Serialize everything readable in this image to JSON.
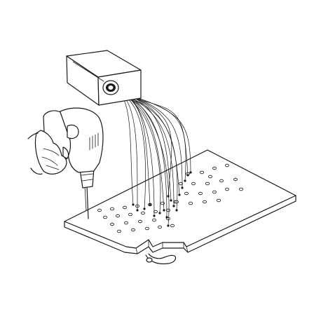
{
  "diagram": {
    "subject": [
      "laser-source-box",
      "fiber-bundle",
      "hand-drill",
      "drill-plate",
      "holes"
    ],
    "colors": {
      "line": "#1a1a1a",
      "background": "#ffffff"
    },
    "counts": {
      "fibers": 18,
      "holes_front_rows": 4,
      "holes_back_rows": 4
    }
  }
}
